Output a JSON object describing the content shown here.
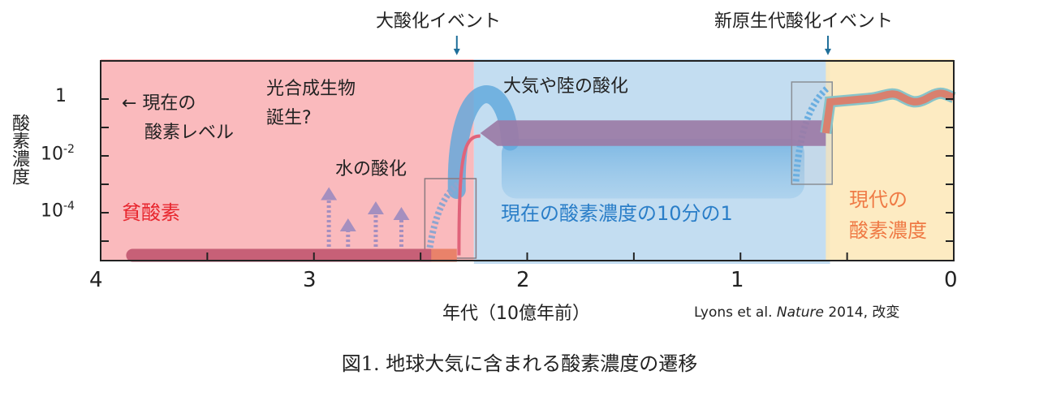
{
  "chart_data": {
    "type": "line",
    "title": "",
    "xlabel": "年代（10億年前）",
    "ylabel": "酸素濃度",
    "xlim": [
      4,
      0
    ],
    "ylim_log10": [
      -5.7,
      1.35
    ],
    "x_ticks": [
      4,
      3,
      2,
      1,
      0
    ],
    "x_minor_ticks": [
      3.5,
      2.5,
      1.5,
      0.5
    ],
    "y_ticks": [
      {
        "log10": 0,
        "label": "1"
      },
      {
        "log10": -2,
        "label": "10",
        "sup": "-2"
      },
      {
        "log10": -4,
        "label": "10",
        "sup": "-4"
      }
    ],
    "y_minor_ticks_log10": [
      -1,
      -3,
      -5
    ],
    "regions": [
      {
        "name": "anoxic",
        "label": "貧酸素",
        "from": 4,
        "to": 2.25,
        "color": "#f9b3b6"
      },
      {
        "name": "tenth",
        "label": "現在の酸素濃度の10分の1",
        "from": 2.25,
        "to": 0.58,
        "color": "#bcd9ef"
      },
      {
        "name": "modern",
        "label": "現代の酸素濃度",
        "label_line1": "現代の",
        "label_line2": "酸素濃度",
        "from": 0.6,
        "to": 0,
        "color": "#fde9bb"
      }
    ],
    "series": [
      {
        "name": "oxygen-level",
        "color": "#c76077",
        "points": [
          [
            3.85,
            -5.5
          ],
          [
            2.45,
            -5.5
          ],
          [
            2.33,
            -5.5
          ],
          [
            2.31,
            -3.5
          ],
          [
            2.28,
            -1.6
          ],
          [
            2.22,
            -1.2
          ],
          [
            0.6,
            -1.2
          ],
          [
            0.57,
            -0.05
          ],
          [
            0.4,
            0.0
          ],
          [
            0.3,
            0.15
          ],
          [
            0.2,
            -0.1
          ],
          [
            0.1,
            0.1
          ],
          [
            0,
            0.05
          ]
        ]
      }
    ],
    "events": [
      {
        "label": "大酸化イベント",
        "t": 2.33
      },
      {
        "label": "新原生代酸化イベント",
        "t": 0.59
      }
    ],
    "annotations": {
      "current_level": [
        "← 現在の",
        "酸素レベル"
      ],
      "photosynthesis": [
        "光合成生物",
        "誕生?"
      ],
      "water_oxidation": "水の酸化",
      "atmos_land_oxidation": "大気や陸の酸化",
      "tenth_label": "現在の酸素濃度の10分の1"
    },
    "water_arrows": [
      {
        "t": 2.93,
        "top": -3.1
      },
      {
        "t": 2.84,
        "top": -4.2
      },
      {
        "t": 2.71,
        "top": -3.6
      },
      {
        "t": 2.59,
        "top": -3.8
      }
    ],
    "source": {
      "prefix": "Lyons et al. ",
      "journal": "Nature",
      "suffix": " 2014, 改変"
    }
  },
  "caption": "図1. 地球大気に含まれる酸素濃度の遷移"
}
